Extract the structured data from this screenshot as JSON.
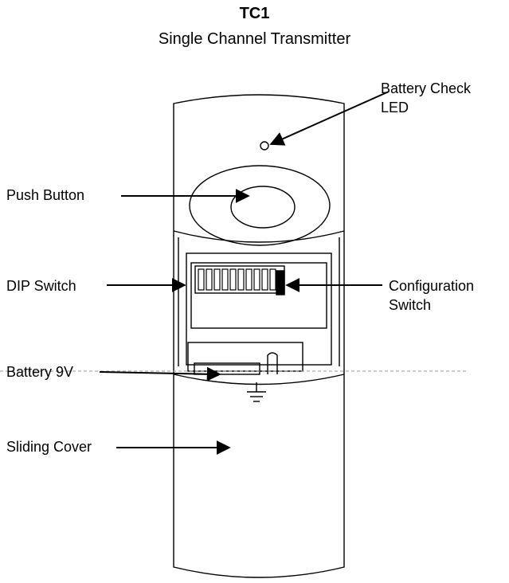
{
  "title": "TC1",
  "subtitle": "Single Channel Transmitter",
  "labels": {
    "battery_check_line1": "Battery Check",
    "battery_check_line2": "LED",
    "push_button": "Push Button",
    "dip_switch": "DIP Switch",
    "configuration_line1": "Configuration",
    "configuration_line2": "Switch",
    "battery": "Battery 9V",
    "sliding_cover": "Sliding Cover"
  },
  "colors": {
    "ink": "#000000",
    "background": "#ffffff"
  }
}
